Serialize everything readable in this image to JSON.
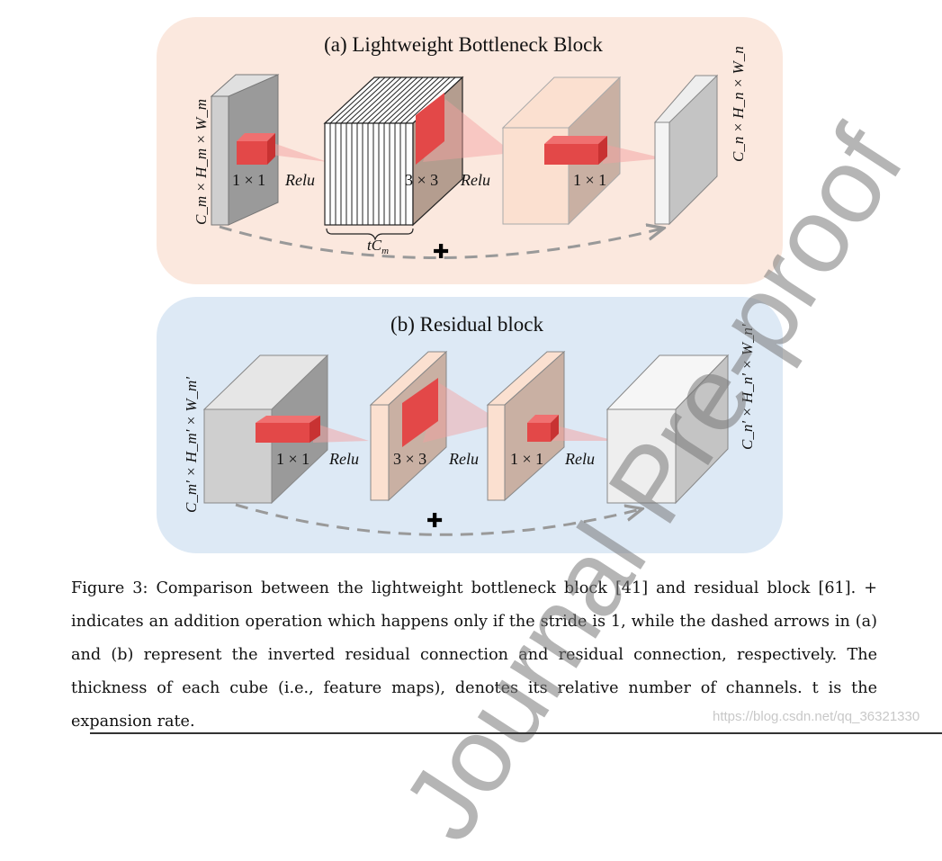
{
  "panel_a": {
    "title": "(a) Lightweight Bottleneck Block",
    "input_dim": "C_m × H_m × W_m",
    "output_dim": "C_n × H_n × W_n",
    "ops": [
      "1 × 1",
      "Relu",
      "3 × 3",
      "Relu",
      "1 × 1"
    ],
    "expansion_label": "tC",
    "expansion_sub": "m",
    "plus": "✚"
  },
  "panel_b": {
    "title": "(b) Residual block",
    "input_dim": "C_m' × H_m' × W_m'",
    "output_dim": "C_n' × H_n' × W_n'",
    "ops": [
      "1 × 1",
      "Relu",
      "3 × 3",
      "Relu",
      "1 × 1",
      "Relu"
    ],
    "plus": "✚"
  },
  "caption": {
    "text": "Figure 3: Comparison between the lightweight bottleneck block [41] and residual block [61]. + indicates an addition operation which happens only if the stride is 1, while the dashed arrows in (a) and (b) represent the inverted residual connection and residual connection, respectively. The thickness of each cube (i.e., feature maps), denotes its relative number of channels. t is the expansion rate."
  },
  "watermark": {
    "source": "https://blog.csdn.net/qq_36321330",
    "overlay": "Journal Pre-proof"
  },
  "colors": {
    "panel_a_bg": "#fbe8de",
    "panel_b_bg": "#dde9f5",
    "kernel_red": "#ee3b3b",
    "arrow_gray": "#999999"
  }
}
